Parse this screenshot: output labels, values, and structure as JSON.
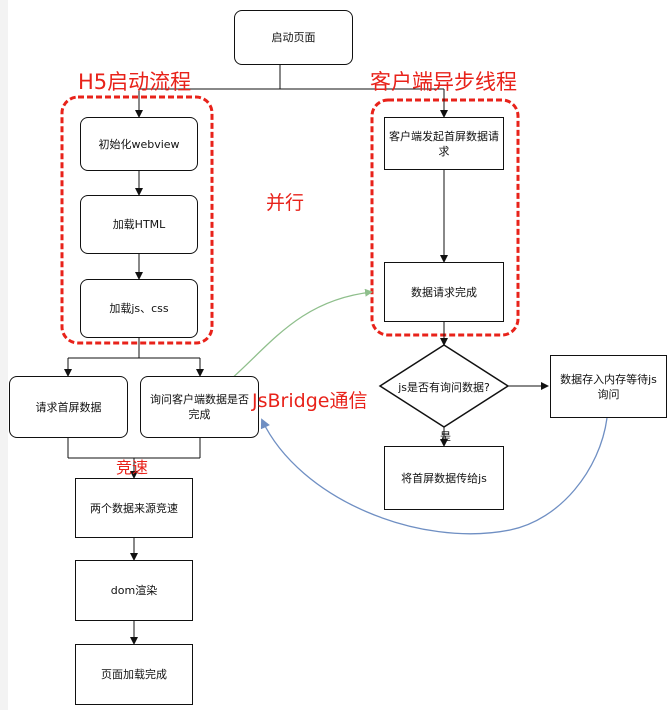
{
  "nodes": {
    "start": "启动页面",
    "init_webview": "初始化webview",
    "load_html": "加载HTML",
    "load_js_css": "加载js、css",
    "client_request": "客户端发起首屏数据请求",
    "request_done": "数据请求完成",
    "request_first_screen": "请求首屏数据",
    "ask_client": "询问客户端数据是否完成",
    "decision": "js是否有询问数据?",
    "store_wait": "数据存入内存等待js询问",
    "pass_to_js": "将首屏数据传给js",
    "race": "两个数据来源竞速",
    "dom_render": "dom渲染",
    "page_done": "页面加载完成"
  },
  "annotations": {
    "h5_flow": "H5启动流程",
    "client_thread": "客户端异步线程",
    "parallel": "并行",
    "jsbridge": "JsBridge通信",
    "race_label": "竞速",
    "yes_label": "是"
  },
  "colors": {
    "red": "#e8221a",
    "green_link": "#8fbf8c",
    "blue_link": "#6f8fc3"
  }
}
